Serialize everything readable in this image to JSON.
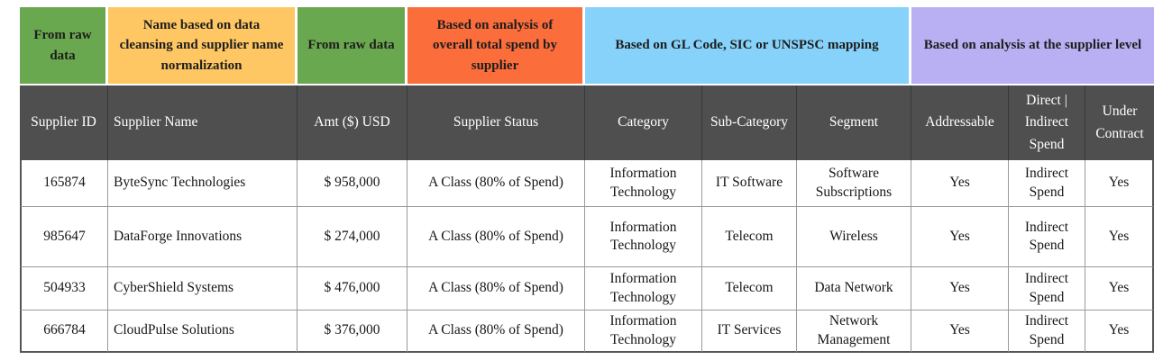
{
  "table": {
    "header_bg": "#4f4f4f",
    "annotations": [
      {
        "label": "From raw data",
        "color": "#6aa84f",
        "span": 1
      },
      {
        "label": "Name based on data cleansing and supplier name normalization",
        "color": "#fec763",
        "span": 1
      },
      {
        "label": "From raw data",
        "color": "#6aa84f",
        "span": 1
      },
      {
        "label": "Based on analysis of overall total spend by supplier",
        "color": "#fc6d3c",
        "span": 1
      },
      {
        "label": "Based on GL Code, SIC or UNSPSC mapping",
        "color": "#87d2fa",
        "span": 3
      },
      {
        "label": "Based on analysis at the supplier level",
        "color": "#b8b0f2",
        "span": 3
      }
    ],
    "columns": [
      "Supplier ID",
      "Supplier Name",
      "Amt ($) USD",
      "Supplier Status",
      "Category",
      "Sub-Category",
      "Segment",
      "Addressable",
      "Direct | Indirect Spend",
      "Under Contract"
    ],
    "rows": [
      [
        "165874",
        "ByteSync Technologies",
        "$ 958,000",
        "A Class (80% of Spend)",
        "Information Technology",
        "IT Software",
        "Software Subscriptions",
        "Yes",
        "Indirect Spend",
        "Yes"
      ],
      [
        "985647",
        "DataForge Innovations",
        "$ 274,000",
        "A Class (80% of Spend)",
        "Information Technology",
        "Telecom",
        "Wireless",
        "Yes",
        "Indirect Spend",
        "Yes"
      ],
      [
        "504933",
        "CyberShield Systems",
        "$ 476,000",
        "A Class (80% of Spend)",
        "Information Technology",
        "Telecom",
        "Data Network",
        "Yes",
        "Indirect Spend",
        "Yes"
      ],
      [
        "666784",
        "CloudPulse Solutions",
        "$ 376,000",
        "A Class (80% of Spend)",
        "Information Technology",
        "IT Services",
        "Network Management",
        "Yes",
        "Indirect Spend",
        "Yes"
      ]
    ]
  }
}
